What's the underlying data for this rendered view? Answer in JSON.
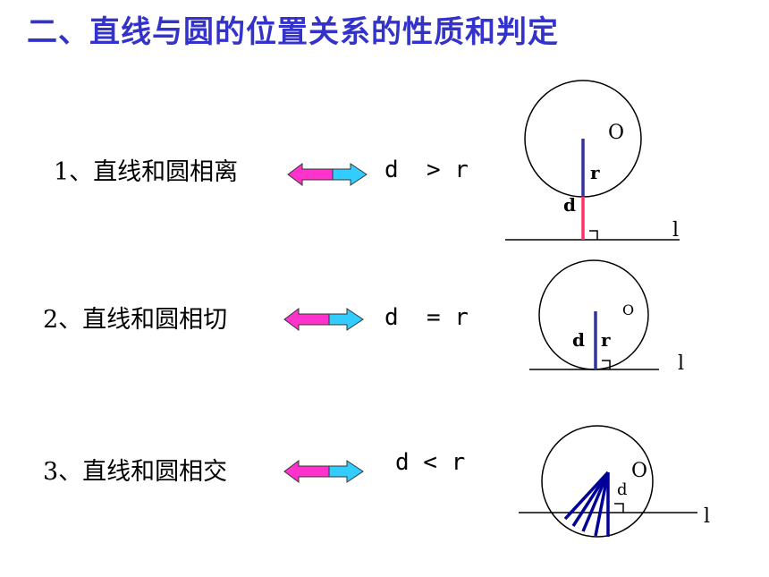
{
  "title": "二、直线与圆的位置关系的性质和判定",
  "rows": [
    {
      "label": "1、直线和圆相离",
      "relation": "d  > r",
      "center": "O",
      "r_label": "r",
      "d_label": "d",
      "line_label": "l"
    },
    {
      "label": "2、直线和圆相切",
      "relation": "d  = r",
      "center": "O",
      "r_label": "r",
      "d_label": "d",
      "line_label": "l"
    },
    {
      "label": "3、直线和圆相交",
      "relation": "d < r",
      "center": "O",
      "d_label": "d",
      "line_label": "l"
    }
  ],
  "colors": {
    "title": "#3333cc",
    "arrow_left": "#ff33cc",
    "arrow_right": "#33ccff",
    "radius": "#333399",
    "distance": "#ff3366"
  }
}
